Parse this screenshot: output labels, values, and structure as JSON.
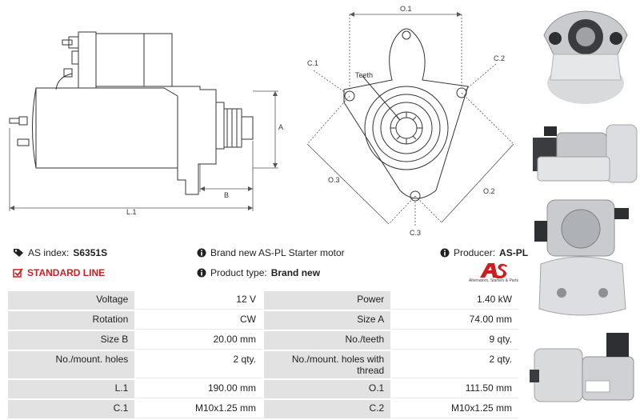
{
  "diagram": {
    "labels": {
      "o1": "O.1",
      "c1": "C.1",
      "c2": "C.2",
      "c3": "C.3",
      "teeth": "Teeth",
      "o2": "O.2",
      "o3": "O.3",
      "a": "A",
      "b": "B",
      "l1": "L.1"
    }
  },
  "info": {
    "as_index_label": "AS index:",
    "as_index_value": "S6351S",
    "line_label": "STANDARD LINE",
    "description": "Brand new AS-PL Starter motor",
    "product_type_label": "Product type:",
    "product_type_value": "Brand new",
    "producer_label": "Producer:",
    "producer_value": "AS-PL"
  },
  "logo": {
    "mark": "AS",
    "subtitle": "Alternators, Starters & Parts"
  },
  "specs": [
    [
      {
        "label": "Voltage",
        "value": "12 V"
      },
      {
        "label": "Power",
        "value": "1.40 kW"
      }
    ],
    [
      {
        "label": "Rotation",
        "value": "CW"
      },
      {
        "label": "Size A",
        "value": "74.00 mm"
      }
    ],
    [
      {
        "label": "Size B",
        "value": "20.00 mm"
      },
      {
        "label": "No./teeth",
        "value": "9 qty."
      }
    ],
    [
      {
        "label": "No./mount. holes",
        "value": "2 qty."
      },
      {
        "label": "No./mount. holes with thread",
        "value": "2 qty."
      }
    ],
    [
      {
        "label": "L.1",
        "value": "190.00 mm"
      },
      {
        "label": "O.1",
        "value": "111.50 mm"
      }
    ],
    [
      {
        "label": "C.1",
        "value": "M10x1.25 mm"
      },
      {
        "label": "C.2",
        "value": "M10x1.25 mm"
      }
    ]
  ],
  "photos": [
    {
      "name": "starter-photo-front-view"
    },
    {
      "name": "starter-photo-side-view"
    },
    {
      "name": "starter-photo-rear-view"
    },
    {
      "name": "starter-photo-angle-view"
    }
  ]
}
